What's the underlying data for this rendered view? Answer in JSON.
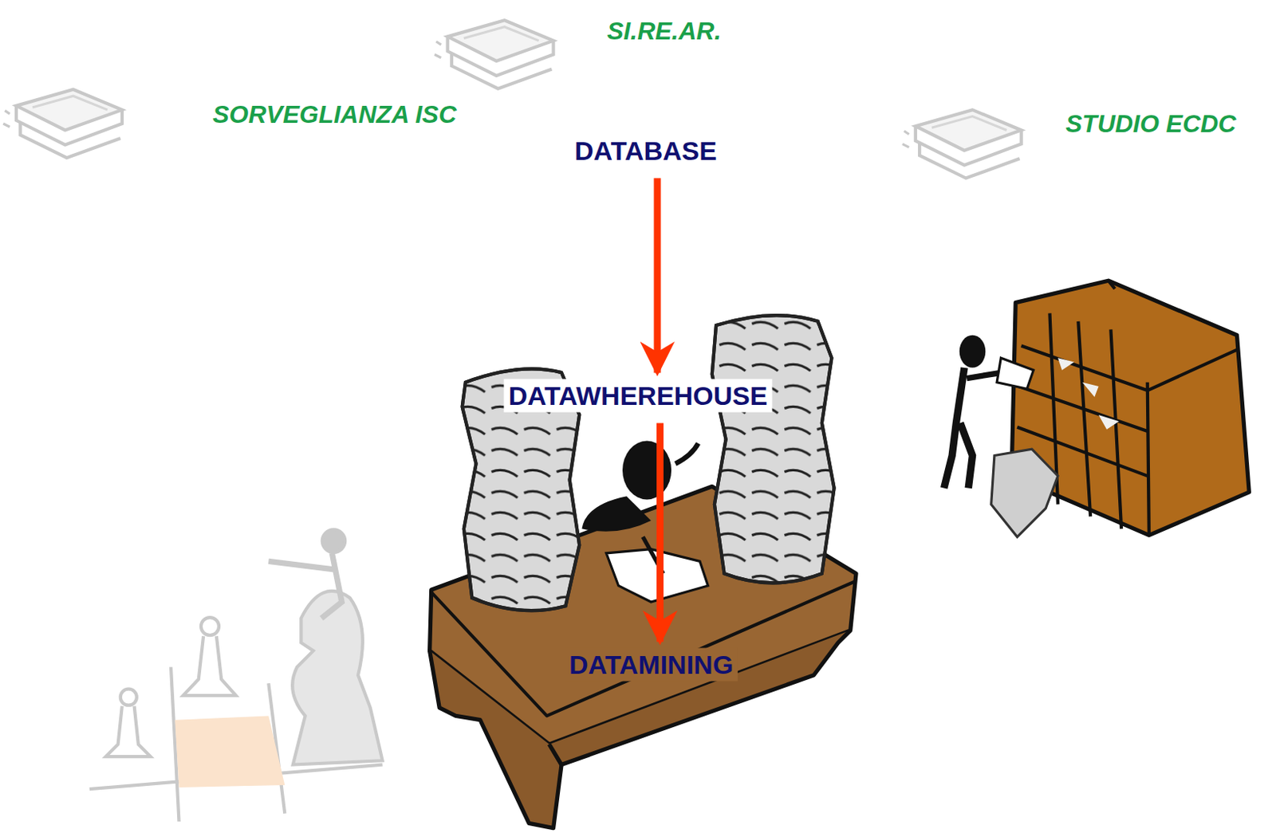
{
  "diagram": {
    "nodes": [
      {
        "text": [
          "DATABASE"
        ]
      },
      {
        "text": [
          "DATAWHEREHOUSE"
        ]
      },
      {
        "text": [
          "DATAMINING"
        ]
      }
    ],
    "edges": [
      {
        "from": 0,
        "to": 1,
        "arrow": "to"
      },
      {
        "from": 1,
        "to": 2,
        "arrow": "to"
      }
    ],
    "labels": [
      "SI.RE.AR.",
      "SORVEGLIANZA ISC",
      "STUDIO ECDC"
    ]
  }
}
